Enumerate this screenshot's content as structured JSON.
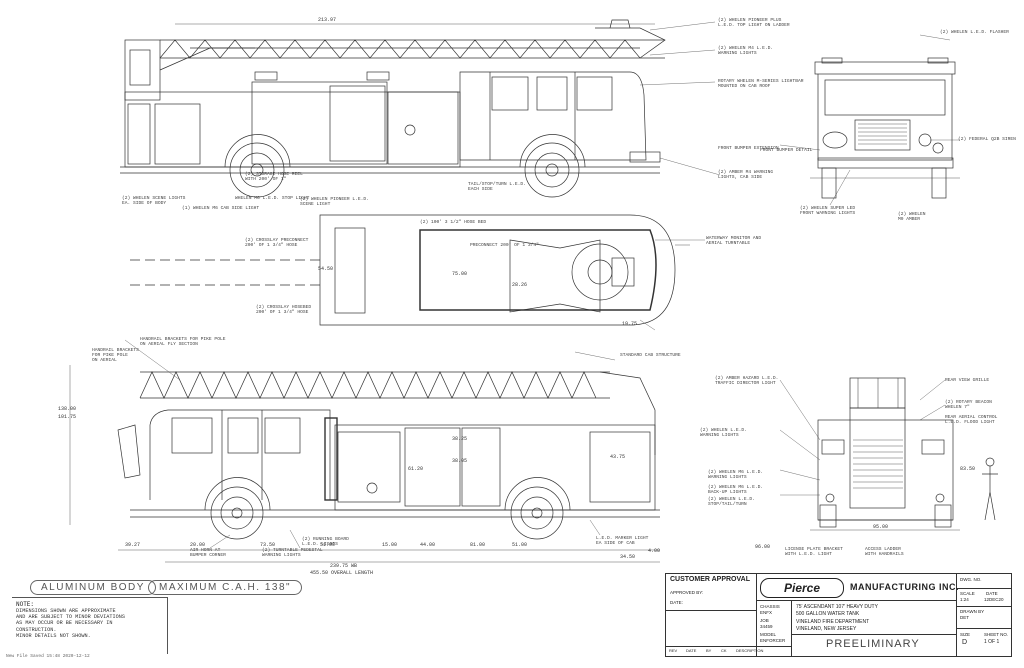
{
  "stencils": {
    "body": "ALUMINUM BODY",
    "cah": "MAXIMUM C.A.H. 138\""
  },
  "notes": {
    "label": "NOTE:",
    "lines": [
      "DIMENSIONS SHOWN ARE APPROXIMATE",
      "AND ARE SUBJECT TO MINOR DEVIATIONS",
      "AS MAY OCCUR OR BE NECESSARY IN",
      "CONSTRUCTION.",
      "MINOR DETAILS NOT SHOWN."
    ]
  },
  "title_block": {
    "customer_approval": "CUSTOMER APPROVAL",
    "approved_by": "APPROVED BY:",
    "date_label": "DATE:",
    "logo": "Pierce",
    "company": "MANUFACTURING INC.",
    "chassis_label": "CHASSIS",
    "chassis_value": "ENFX",
    "job_label": "JOB",
    "job_value": "34459",
    "model_label": "MODEL",
    "model_value": "ENFORCER",
    "desc1": "75' ASCENDANT 107' HEAVY DUTY",
    "desc2": "500 GALLON WATER TANK",
    "dept1": "VINELAND FIRE DEPARTMENT",
    "dept2": "VINELAND, NEW JERSEY",
    "status": "PREELIMINARY",
    "dwg_no_label": "DWG. NO.",
    "scale_label": "SCALE",
    "scale_value": "1:24",
    "date_block_label": "DATE",
    "date_value": "12DEC20",
    "drawn_label": "DRAWN BY",
    "drawn_value": "DET",
    "sheet_label": "SHEET NO.",
    "sheet_value": "1 OF 1",
    "size_label": "SIZE",
    "size_value": "D",
    "rev_cols": [
      "REV",
      "DATE",
      "BY",
      "CK",
      "DESCRIPTION"
    ]
  },
  "footer_path": "New File Saved 15:48 2020-12-12",
  "dims": {
    "top_overall": "213.97",
    "mid_1": "75.00",
    "mid_2": "28.26",
    "mid_3": "54.50",
    "mid_4": "19.75",
    "side_height": "138.00",
    "side_height_b": "101.75",
    "d1": "39.27",
    "d2": "20.00",
    "d3": "73.50",
    "d4": "51.00",
    "d5": "15.00",
    "d6": "44.00",
    "d7": "81.00",
    "d8": "51.00",
    "d9": "34.50",
    "bottom_wb": "239.75 WB",
    "bottom_oa": "455.50 OVERALL LENGTH",
    "rear_w": "95.00",
    "rear_h": "83.50",
    "callout_a": "96.00",
    "callout_b": "4.00",
    "c1": "38.25",
    "c2": "38.05",
    "c3": "61.20",
    "c4": "43.75"
  },
  "callouts": {
    "top_side": [
      "(2) WHELEN PIONEER PLUS\nL.E.D. TOP LIGHT ON LADDER",
      "(2) WHELEN M4 L.E.D.\nWARNING LIGHTS",
      "ROTARY WHELEN M-SERIES LIGHTBAR\nMOUNTED ON CAB ROOF",
      "FRONT BUMPER EXTENSION",
      "(2) AMBER M4 WARNING\nLIGHTS, CAB SIDE",
      "(2) WHELEN SCENE LIGHTS\nEA. SIDE OF BODY",
      "(1) WHELEN M6 CAB SIDE LIGHT",
      "WHELEN M6 L.E.D. STOP LIGHT",
      "(2) STORAGE HOSE REEL\nWITH 200' OF 1\"",
      "(2) WHELEN PIONEER L.E.D.\nSCENE LIGHT",
      "TAIL/STOP/TURN L.E.D.\nEACH SIDE"
    ],
    "plan": [
      "(2) 100' 3 1/2\" HOSE BED",
      "(2) CROSSLAY PRECONNECT\n200' OF 1 3/4\" HOSE",
      "PRECONNECT 200' OF 1 3/4\"",
      "(2) CROSSLAY HOSEBED\n200' OF 1 3/4\" HOSE",
      "WATERWAY MONITOR AND\nAERIAL TURNTABLE"
    ],
    "front": [
      "(2) WHELEN L.E.D. FLASHER",
      "FRONT BUMPER DETAIL",
      "(2) FEDERAL Q2B SIREN",
      "(2) WHELEN SUPER LED\nFRONT WARNING LIGHTS",
      "(2) WHELEN\nM9 AMBER"
    ],
    "bottom_side": [
      "HANDRAIL BRACKETS FOR PIKE POLE\nON AERIAL FLY SECTION",
      "HANDRAIL BRACKETS\nFOR PIKE POLE\nON AERIAL",
      "STANDARD CAB STRUCTURE",
      "AIR HORN AT\nBUMPER CORNER",
      "(2) TURNTABLE PEDESTAL\nWARNING LIGHTS",
      "(2) RUNNING BOARD\nL.E.D. LIGHTS",
      "L.E.D. MARKER LIGHT\nEA SIDE OF CAB"
    ],
    "rear": [
      "(2) AMBER HAZARD L.E.D.\nTRAFFIC DIRECTOR LIGHT",
      "(2) WHELEN L.E.D.\nWARNING LIGHTS",
      "(2) WHELEN M6 L.E.D.\nWARNING LIGHTS",
      "(2) WHELEN M6 L.E.D.\nBACK-UP LIGHTS",
      "(2) WHELEN L.E.D.\nSTOP/TAIL/TURN",
      "REAR VIEW GRILLE",
      "LICENSE PLATE BRACKET\nWITH L.E.D. LIGHT",
      "ACCESS LADDER\nWITH HANDRAILS",
      "(2) ROTARY BEACON\nWHELEN 7\"",
      "REAR AERIAL CONTROL\nL.E.D. FLOOD LIGHT"
    ]
  }
}
